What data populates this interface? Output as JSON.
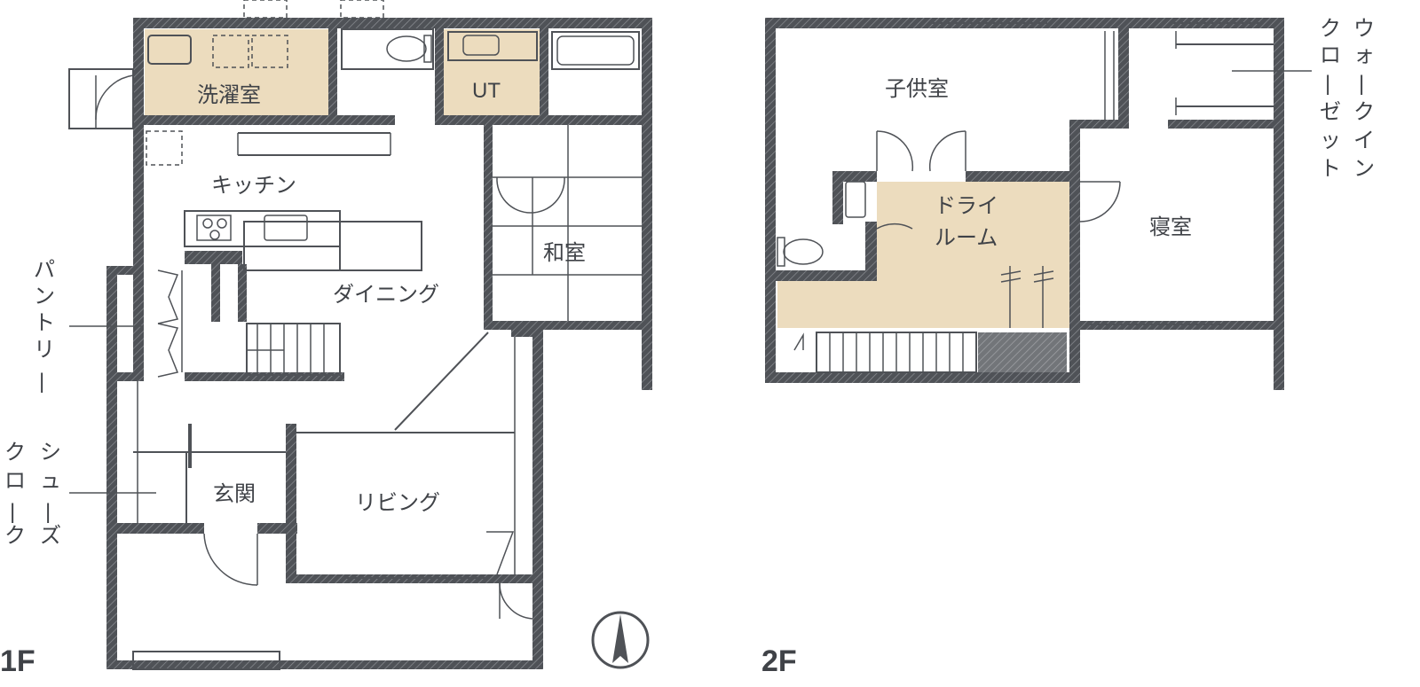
{
  "colors": {
    "wall": "#4f5257",
    "highlight": "#ecdcbe",
    "text": "#3f4247"
  },
  "floor1": {
    "label": "1F",
    "rooms": {
      "laundry": "洗濯室",
      "ut": "UT",
      "kitchen": "キッチン",
      "japanese_room": "和室",
      "dining": "ダイニング",
      "entrance": "玄関",
      "living": "リビング"
    },
    "pantry": [
      "パ",
      "ン",
      "ト",
      "リ",
      "ー"
    ],
    "shoe_cloak_col1": [
      "シ",
      "ュ",
      "ー",
      "ズ"
    ],
    "shoe_cloak_col2": [
      "ク",
      "ロ",
      "ー",
      "ク"
    ]
  },
  "floor2": {
    "label": "2F",
    "rooms": {
      "kids_room": "子供室",
      "dry_room_line1": "ドライ",
      "dry_room_line2": "ルーム",
      "bedroom": "寝室"
    },
    "wic_col1": [
      "ウ",
      "ォ",
      "ー",
      "ク",
      "イ",
      "ン"
    ],
    "wic_col2": [
      "ク",
      "ロ",
      "ー",
      "ゼ",
      "ッ",
      "ト"
    ]
  },
  "icons": {
    "compass": "north-arrow-icon"
  }
}
